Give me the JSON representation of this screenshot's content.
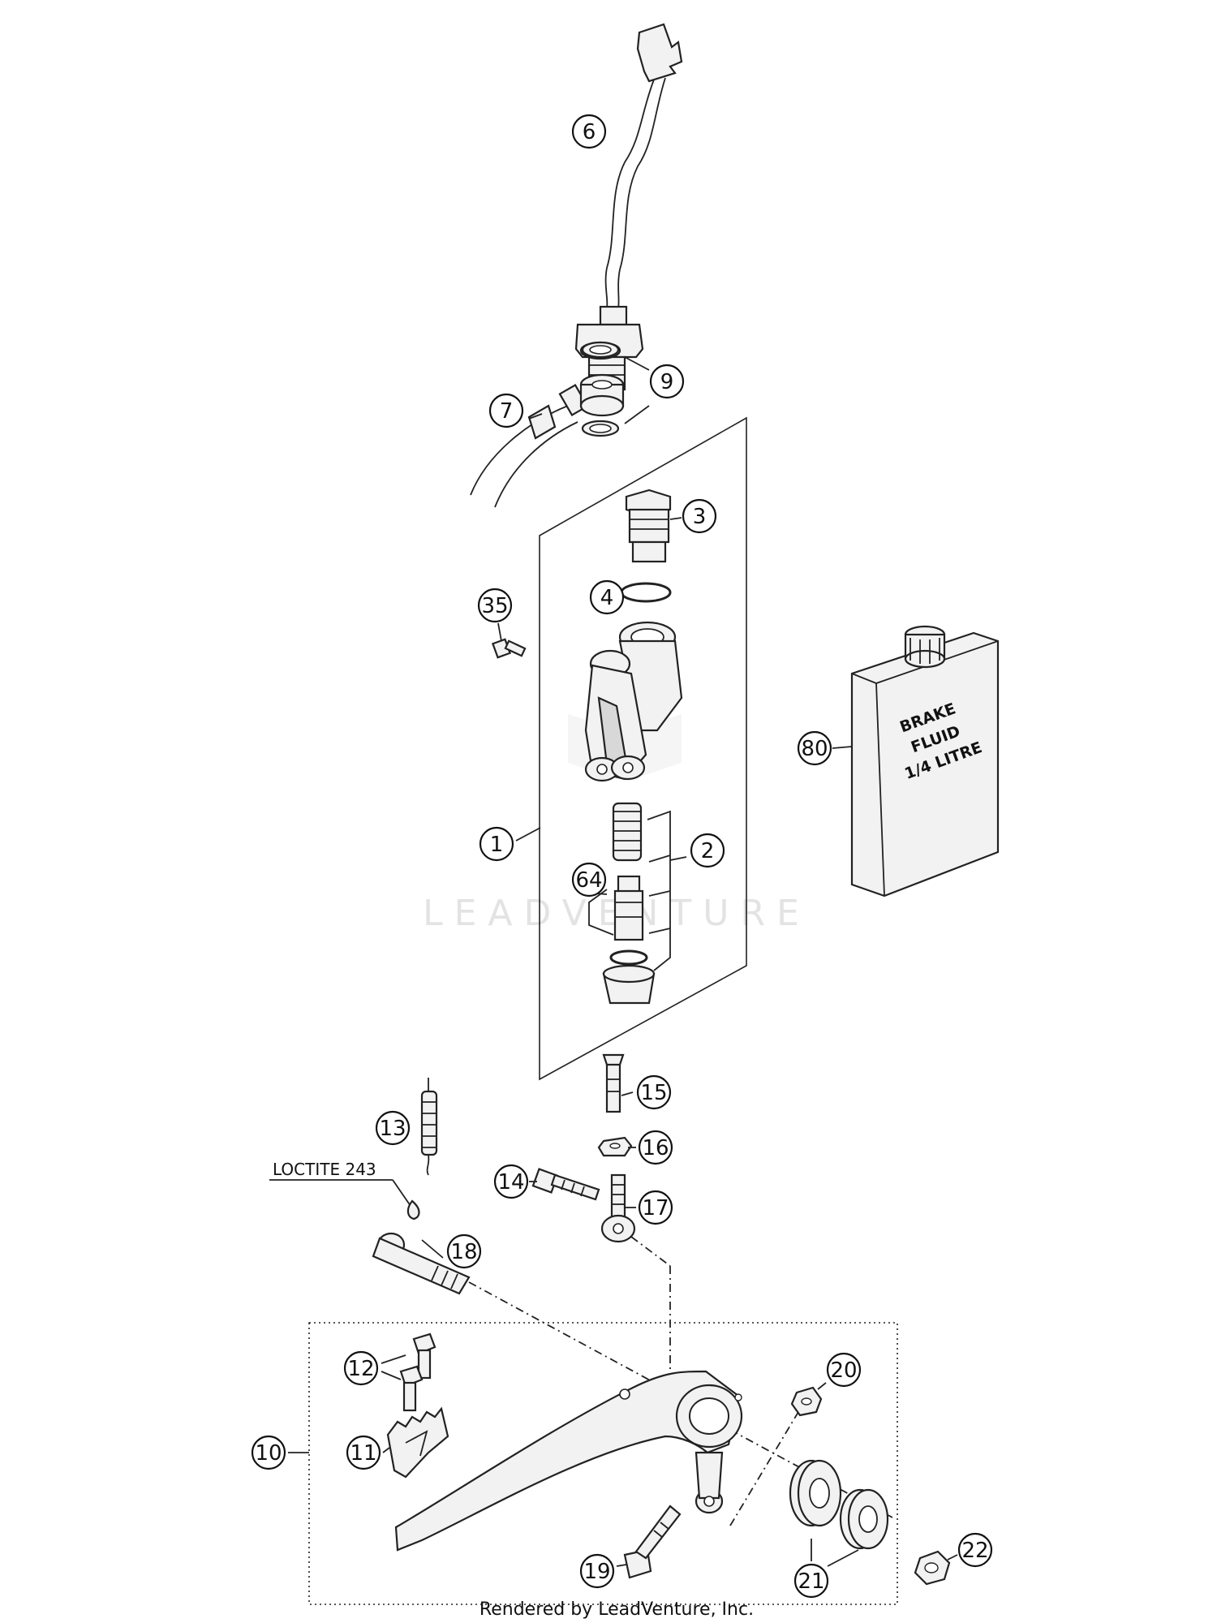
{
  "watermark": "LEADVENTURE",
  "credit": "Rendered by LeadVenture, Inc.",
  "loctite_label": "LOCTITE 243",
  "bottle": {
    "line1": "BRAKE",
    "line2": "FLUID",
    "line3": "1/4 LITRE"
  },
  "callouts": [
    {
      "id": "c1",
      "label": "1"
    },
    {
      "id": "c2",
      "label": "2"
    },
    {
      "id": "c3",
      "label": "3"
    },
    {
      "id": "c4",
      "label": "4"
    },
    {
      "id": "c6",
      "label": "6"
    },
    {
      "id": "c7",
      "label": "7"
    },
    {
      "id": "c9",
      "label": "9"
    },
    {
      "id": "c10",
      "label": "10"
    },
    {
      "id": "c11",
      "label": "11"
    },
    {
      "id": "c12",
      "label": "12"
    },
    {
      "id": "c13",
      "label": "13"
    },
    {
      "id": "c14",
      "label": "14"
    },
    {
      "id": "c15",
      "label": "15"
    },
    {
      "id": "c16",
      "label": "16"
    },
    {
      "id": "c17",
      "label": "17"
    },
    {
      "id": "c18",
      "label": "18"
    },
    {
      "id": "c19",
      "label": "19"
    },
    {
      "id": "c20",
      "label": "20"
    },
    {
      "id": "c21",
      "label": "21"
    },
    {
      "id": "c22",
      "label": "22"
    },
    {
      "id": "c35",
      "label": "35"
    },
    {
      "id": "c64",
      "label": "64"
    },
    {
      "id": "c80",
      "label": "80"
    }
  ]
}
